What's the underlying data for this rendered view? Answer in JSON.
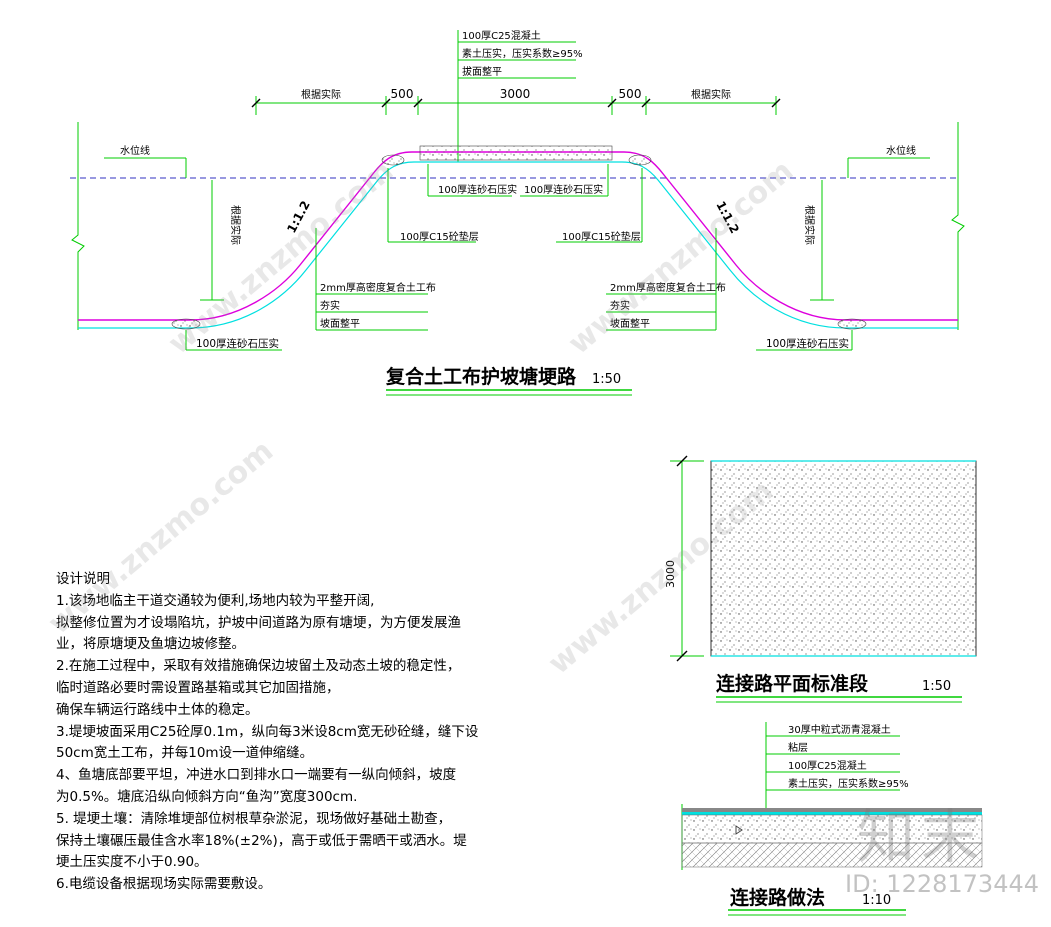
{
  "section": {
    "top_labels": [
      "100厚C25混凝土",
      "素土压实，压实系数≥95%",
      "拔面整平"
    ],
    "dims": [
      "根据实际",
      "500",
      "3000",
      "500",
      "根据实际"
    ],
    "water_level": "水位线",
    "slope": "1:1.2",
    "height_label": "根据实际",
    "gravel_small": "100厚连砂石压实",
    "c15_label": "100厚C15砼垫层",
    "geo_labels": [
      "2mm厚高密度复合土工布",
      "夯实",
      "坡面整平"
    ],
    "bottom_gravel": "100厚连砂石压实",
    "title": "复合土工布护坡塘埂路",
    "scale": "1:50"
  },
  "notes": {
    "heading": "设计说明",
    "lines": [
      "1.该场地临主干道交通较为便利,场地内较为平整开阔,",
      "拟整修位置为才设塌陷坑，护坡中间道路为原有塘埂，为方便发展渔",
      "业，将原塘埂及鱼塘边坡修整。",
      "2.在施工过程中，采取有效措施确保边坡留土及动态土坡的稳定性，",
      "临时道路必要时需设置路基箱或其它加固措施，",
      "确保车辆运行路线中土体的稳定。",
      "3.堤埂坡面采用C25砼厚0.1m，纵向每3米设8cm宽无砂砼缝，缝下设",
      "50cm宽土工布，并每10m设一道伸缩缝。",
      "4、鱼塘底部要平坦，冲进水口到排水口一端要有一纵向倾斜，坡度",
      "为0.5%。塘底沿纵向倾斜方向“鱼沟”宽度300cm.",
      "5. 堤埂土壤：清除堆埂部位树根草杂淤泥，现场做好基础土勘查，",
      "保持土壤碾压最佳含水率18%(±2%)，高于或低于需晒干或洒水。堤",
      "埂土压实度不小于0.90。",
      "6.电缆设备根据现场实际需要敷设。"
    ]
  },
  "plan": {
    "dim": "3000",
    "title": "连接路平面标准段",
    "scale": "1:50"
  },
  "road_detail": {
    "layers": [
      "30厚中粒式沥青混凝土",
      "粘层",
      "100厚C25混凝土",
      "素土压实，压实系数≥95%"
    ],
    "title": "连接路做法",
    "scale": "1:10"
  },
  "watermark": {
    "site": "www.znzmo.com",
    "brand": "知末",
    "id": "ID: 1228173444"
  },
  "colors": {
    "green": "#00cc00",
    "cyan": "#00e0e0",
    "magenta": "#dd00dd",
    "water": "#3030c0"
  }
}
